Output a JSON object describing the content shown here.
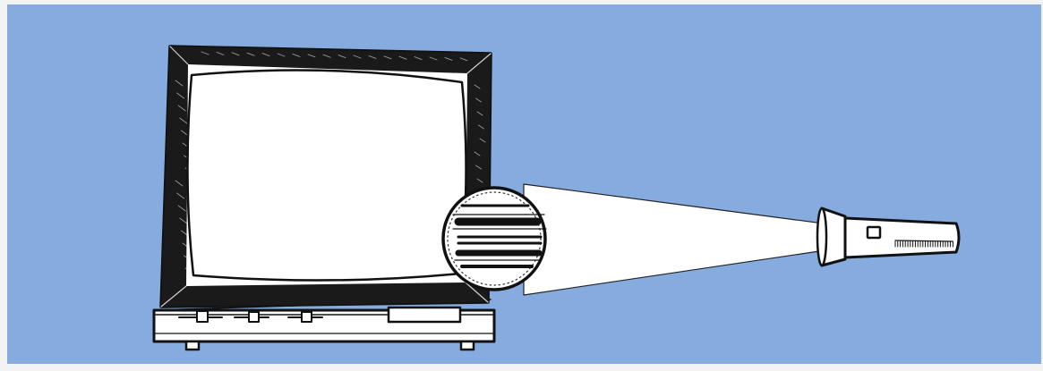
{
  "colors": {
    "background": "#85abdf",
    "frame": "#f3f3f3",
    "screen": "#ffffff",
    "ink": "#111111",
    "beam": "#ffffff"
  },
  "illustration": {
    "objects": [
      {
        "name": "television",
        "icon": "crt-monitor-icon"
      },
      {
        "name": "magnified-view",
        "icon": "scan-lines-icon"
      },
      {
        "name": "flashlight",
        "icon": "flashlight-icon"
      }
    ]
  }
}
